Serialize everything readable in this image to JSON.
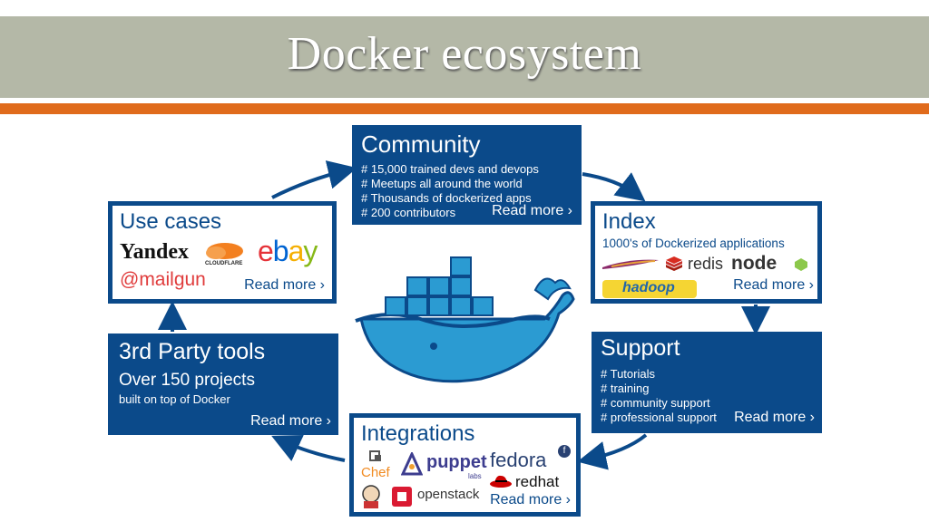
{
  "title": "Docker ecosystem",
  "community": {
    "heading": "Community",
    "bullets": [
      "# 15,000 trained devs and devops",
      "# Meetups all around the world",
      "# Thousands of dockerized apps",
      "# 200 contributors"
    ],
    "read_more": "Read more ›"
  },
  "use_cases": {
    "heading": "Use cases",
    "logos": [
      "Yandex",
      "CLOUDFLARE",
      "ebay",
      "@mailgun"
    ],
    "read_more": "Read more ›"
  },
  "index": {
    "heading": "Index",
    "subtitle": "1000's of Dockerized applications",
    "logos": [
      "redis",
      "node",
      "hadoop"
    ],
    "read_more": "Read more ›"
  },
  "third_party": {
    "heading": "3rd Party tools",
    "big": "Over 150 projects",
    "small": "built on top of Docker",
    "read_more": "Read more ›"
  },
  "support": {
    "heading": "Support",
    "bullets": [
      "# Tutorials",
      "# training",
      "# community support",
      "# professional support"
    ],
    "read_more": "Read more ›"
  },
  "integrations": {
    "heading": "Integrations",
    "logos": [
      "Chef",
      "puppet",
      "labs",
      "fedora",
      "redhat",
      "openstack"
    ],
    "read_more": "Read more ›"
  },
  "colors": {
    "docker_blue": "#0b4a8a",
    "orange": "#e06b1c",
    "title_bar": "#b4b8a7",
    "whale": "#2b9bd2"
  }
}
